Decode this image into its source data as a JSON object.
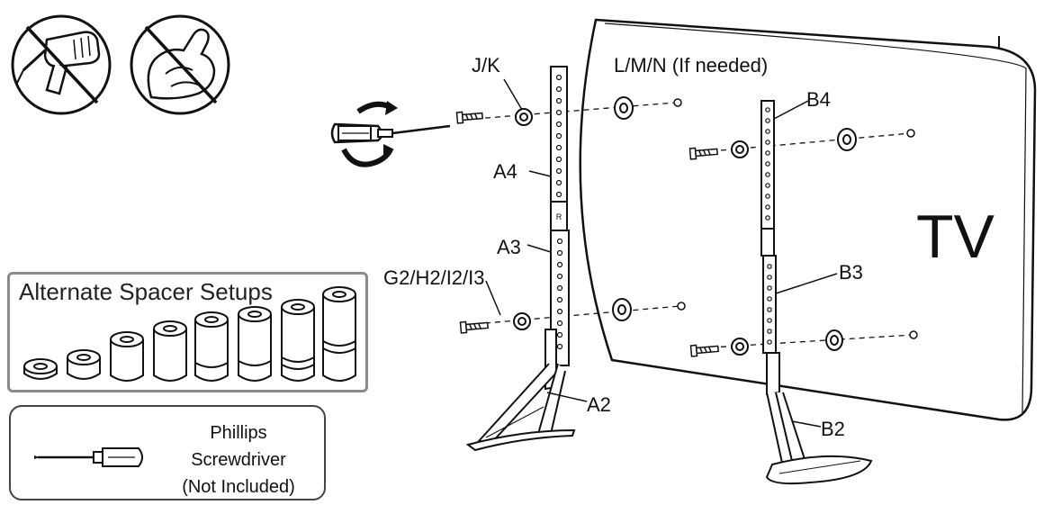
{
  "labels": {
    "jk": "J/K",
    "lmn": "L/M/N  (If needed)",
    "a4": "A4",
    "a3": "A3",
    "a2": "A2",
    "b4": "B4",
    "b3": "B3",
    "b2": "B2",
    "screws": "G2/H2/I2/I3",
    "tv": "TV"
  },
  "spacer_panel": {
    "title": "Alternate Spacer Setups"
  },
  "tool_panel": {
    "line1": "Phillips",
    "line2": "Screwdriver",
    "line3": "(Not Included)"
  }
}
